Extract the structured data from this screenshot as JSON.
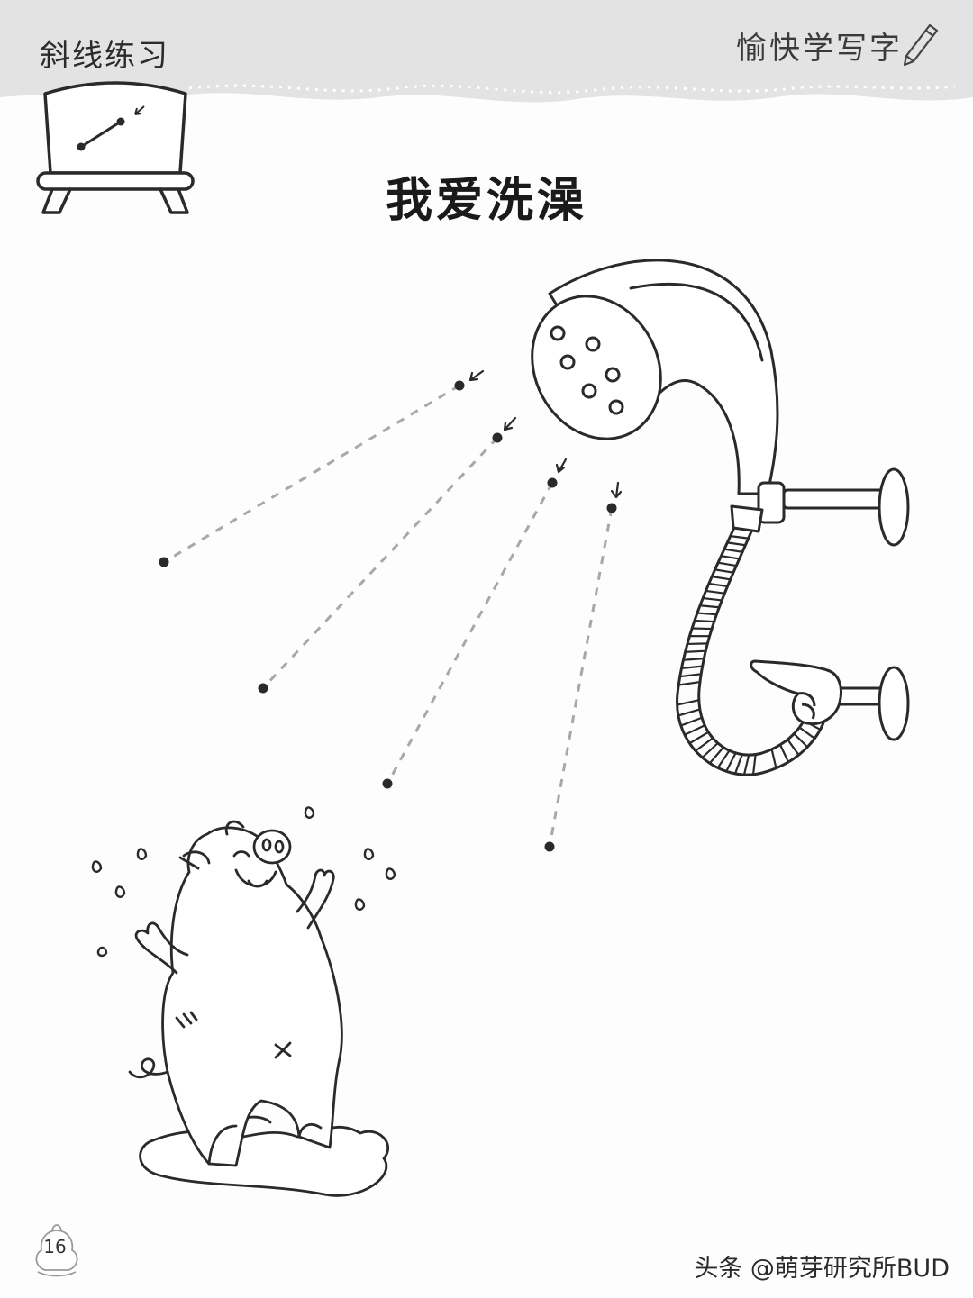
{
  "header": {
    "section_title": "斜线练习",
    "series_title": "愉快学写字"
  },
  "worksheet": {
    "title": "我爱洗澡"
  },
  "footer": {
    "page_number": "16",
    "watermark": "头条 @萌芽研究所BUD"
  },
  "icons": {
    "pencil": "pencil-icon",
    "example": "easel-diagonal-example-icon",
    "showerhead": "showerhead-icon",
    "pig": "pig-icon",
    "pointing_hand": "pointing-hand-icon"
  },
  "colors": {
    "header_band": "#e3e3e3",
    "line": "#2a2a2a",
    "dashed_guide": "#a8a8a8"
  }
}
